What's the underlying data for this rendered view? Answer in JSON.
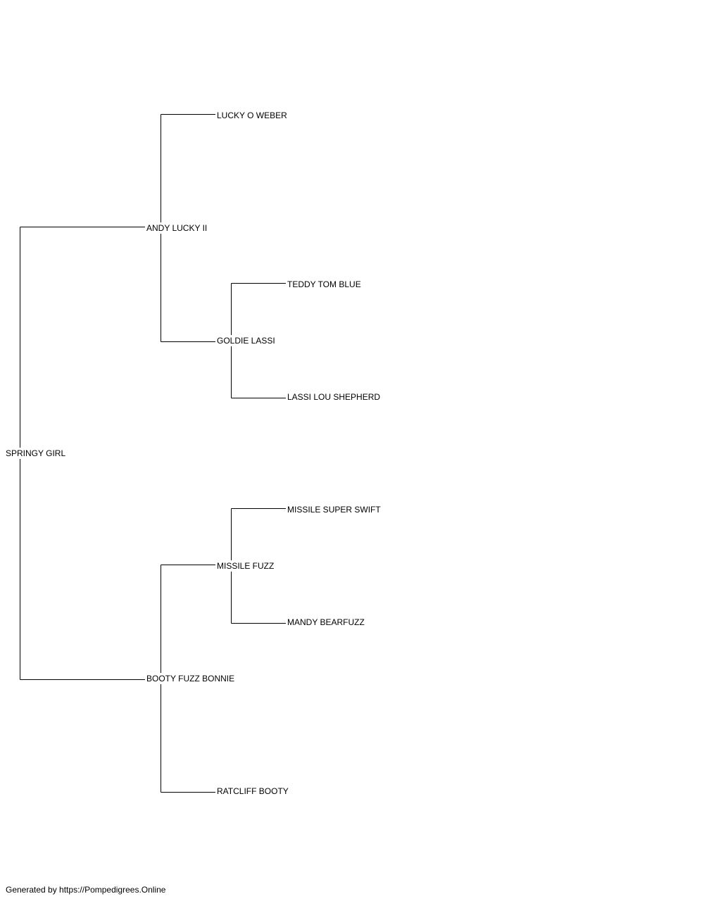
{
  "subject": {
    "name": "SPRINGY GIRL"
  },
  "sire": {
    "name": "ANDY LUCKY II",
    "sire": {
      "name": "LUCKY O WEBER"
    },
    "dam": {
      "name": "GOLDIE LASSI",
      "sire": {
        "name": "TEDDY TOM BLUE"
      },
      "dam": {
        "name": "LASSI LOU SHEPHERD"
      }
    }
  },
  "dam": {
    "name": "BOOTY FUZZ BONNIE",
    "sire": {
      "name": "MISSILE FUZZ",
      "sire": {
        "name": "MISSILE SUPER SWIFT"
      },
      "dam": {
        "name": "MANDY BEARFUZZ"
      }
    },
    "dam": {
      "name": "RATCLIFF BOOTY"
    }
  },
  "footer": {
    "text": "Generated by https://Pompedigrees.Online"
  }
}
